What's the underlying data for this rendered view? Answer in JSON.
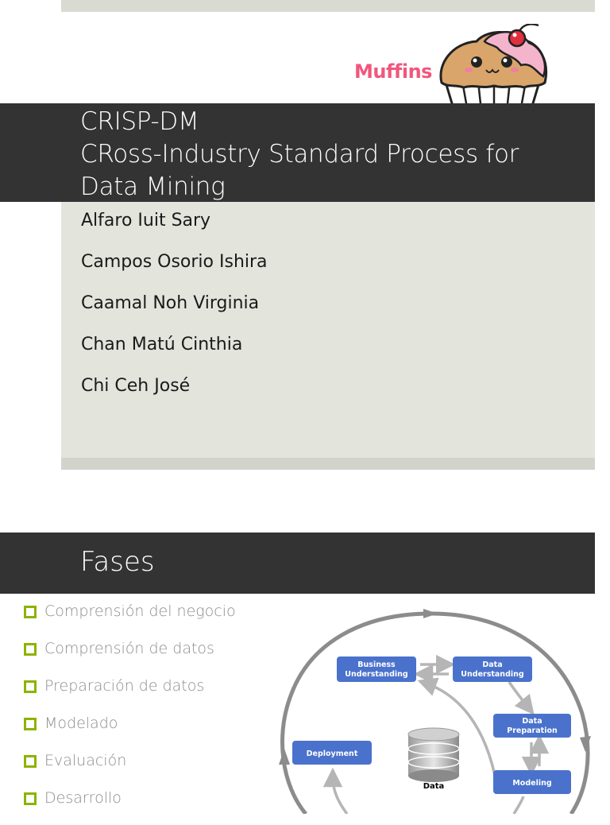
{
  "slide1": {
    "logo_text": "Muffins",
    "title_lines": [
      "CRISP-DM",
      "CRoss-Industry Standard Process for",
      "Data Mining"
    ],
    "authors": [
      "Alfaro Iuit Sary",
      "Campos Osorio Ishira",
      "Caamal Noh Virginia",
      "Chan Matú Cinthia",
      "Chi Ceh José"
    ],
    "colors": {
      "title_bar": "#333333",
      "body_bg": "#e3e4dc",
      "logo_pink": "#f0577d"
    }
  },
  "slide2": {
    "title": "Fases",
    "phases": [
      "Comprensión del negocio",
      "Comprensión de datos",
      "Preparación de datos",
      "Modelado",
      "Evaluación",
      "Desarrollo"
    ],
    "diagram": {
      "nodes": {
        "business": [
          "Business",
          "Understanding"
        ],
        "data_understanding": [
          "Data",
          "Understanding"
        ],
        "data_preparation": [
          "Data",
          "Preparation"
        ],
        "modeling": [
          "Modeling"
        ],
        "deployment": [
          "Deployment"
        ]
      },
      "center_label": "Data"
    },
    "colors": {
      "bullet": "#8cb300",
      "node_fill": "#4a72cc",
      "cycle_arrow": "#8c8c8c"
    }
  }
}
